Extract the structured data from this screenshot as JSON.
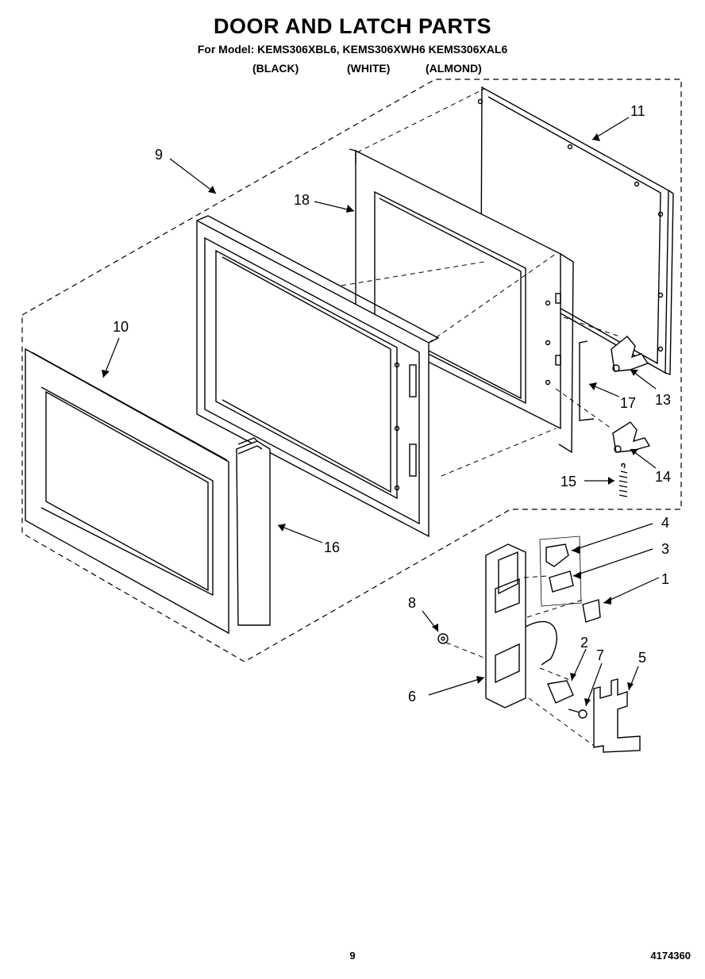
{
  "header": {
    "title": "DOOR AND LATCH PARTS",
    "models": "For Model: KEMS306XBL6, KEMS306XWH6  KEMS306XAL6",
    "colors": [
      "(BLACK)",
      "(WHITE)",
      "(ALMOND)"
    ]
  },
  "callouts": [
    "1",
    "2",
    "3",
    "4",
    "5",
    "6",
    "7",
    "8",
    "9",
    "10",
    "11",
    "13",
    "14",
    "15",
    "16",
    "17",
    "18"
  ],
  "footer": {
    "page": "9",
    "code": "4174360"
  }
}
